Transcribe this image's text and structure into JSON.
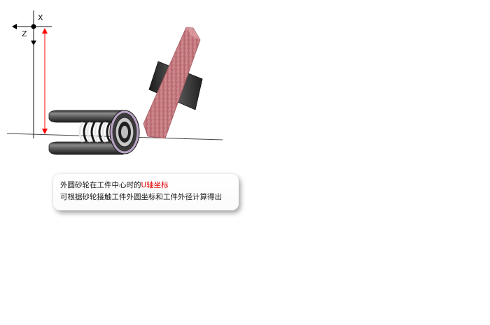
{
  "axes": {
    "x_label": "X",
    "z_label": "Z"
  },
  "caption": {
    "line1_prefix": "外圆砂轮在工件中心时的",
    "line1_highlight": "U轴坐标",
    "line2": "可根据砂轮接触工件外圆坐标和工件外径计算得出"
  },
  "colors": {
    "highlight": "#e00000",
    "measure_arrow": "#ff0000",
    "wheel": "#c97a80",
    "workpiece": "#555555"
  },
  "icons": {
    "axis_left": "arrow-left-icon",
    "axis_down": "arrow-down-icon"
  }
}
